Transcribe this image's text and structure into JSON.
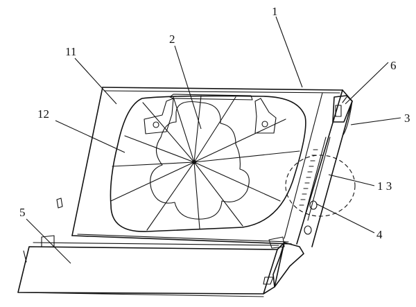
{
  "callouts": {
    "c1": "1",
    "c2": "2",
    "c3": "3",
    "c4": "4",
    "c5": "5",
    "c6": "6",
    "c11": "11",
    "c12": "12",
    "c13": "1 3"
  },
  "colors": {
    "line": "#111111",
    "background": "#ffffff"
  }
}
